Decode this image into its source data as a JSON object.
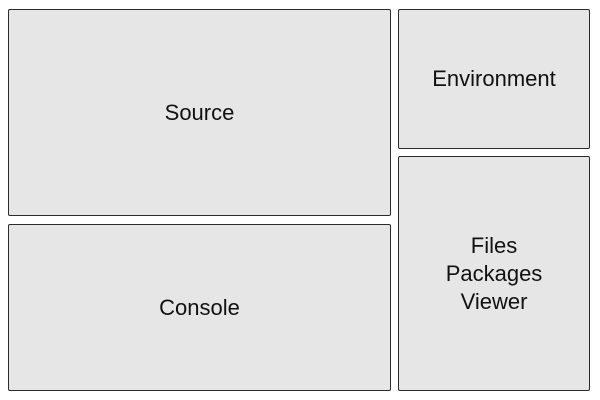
{
  "layout_panes": {
    "source": {
      "label": "Source"
    },
    "console": {
      "label": "Console"
    },
    "environment": {
      "label": "Environment"
    },
    "files_panel": {
      "lines": [
        "Files",
        "Packages",
        "Viewer"
      ]
    }
  },
  "colors": {
    "pane_fill": "#e6e6e6",
    "pane_border": "#2b2b2b",
    "text": "#111111"
  }
}
